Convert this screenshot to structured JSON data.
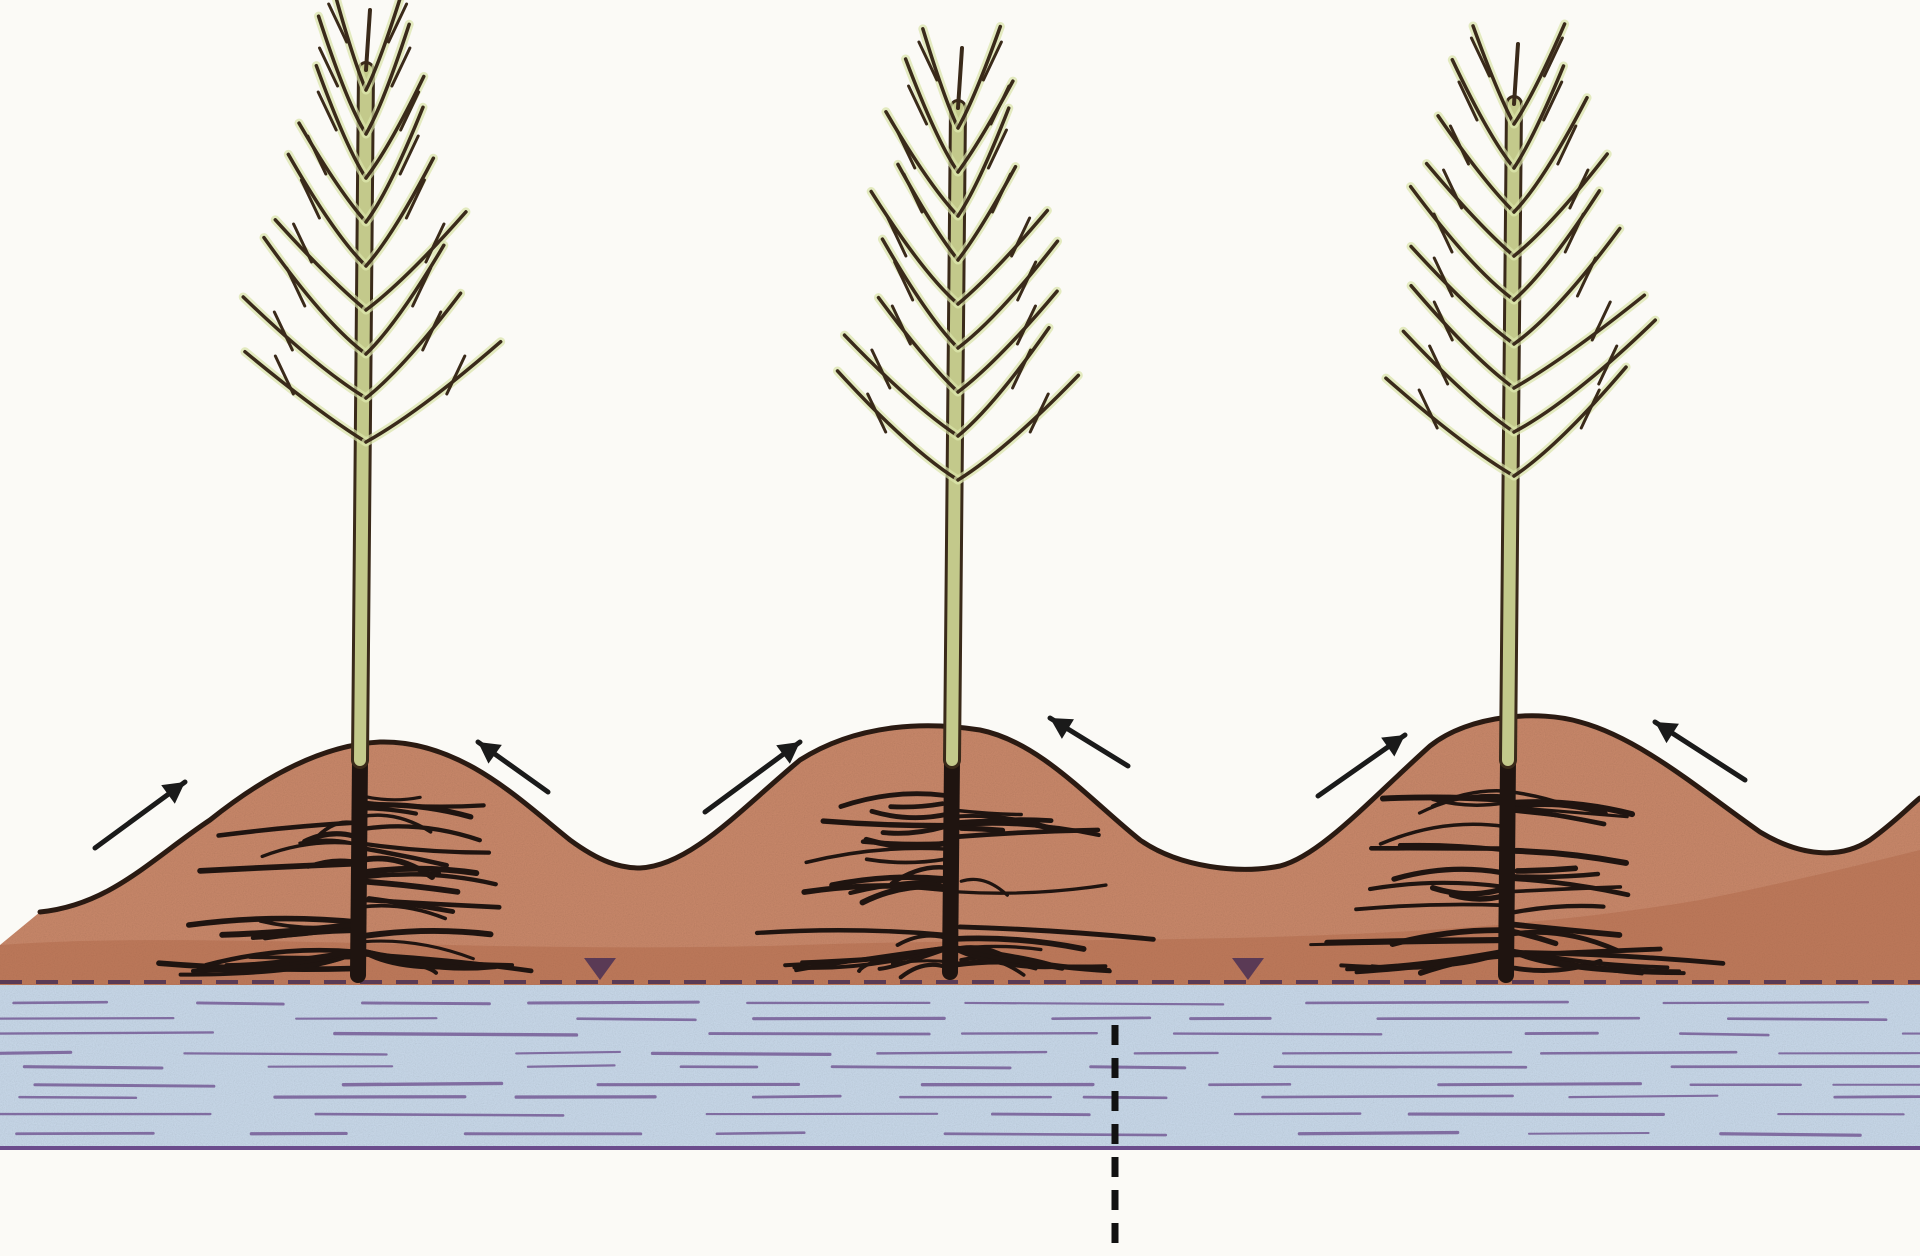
{
  "colors": {
    "paper": "#fbfaf6",
    "soil_fill": "#c9886a",
    "soil_dark": "#a95f3f",
    "soil_outline": "#2a1a12",
    "water_fill": "#c9d9ea",
    "water_lines": "#6b4c8c",
    "trunk": "#c3c98b",
    "branch": "#3a2a1a",
    "leaf_tint": "#d9e2a8",
    "roots": "#1f1410",
    "arrows": "#1a1a1a",
    "water_marker": "#5a3a55",
    "divider": "#111111"
  },
  "trees": [
    {
      "id": "tree-1"
    },
    {
      "id": "tree-2"
    },
    {
      "id": "tree-3"
    }
  ],
  "mounds": 3,
  "water_table_markers": 2,
  "arrow_pairs": 3,
  "icons": {
    "arrow": "arrow-icon",
    "water_level": "water-level-icon"
  }
}
